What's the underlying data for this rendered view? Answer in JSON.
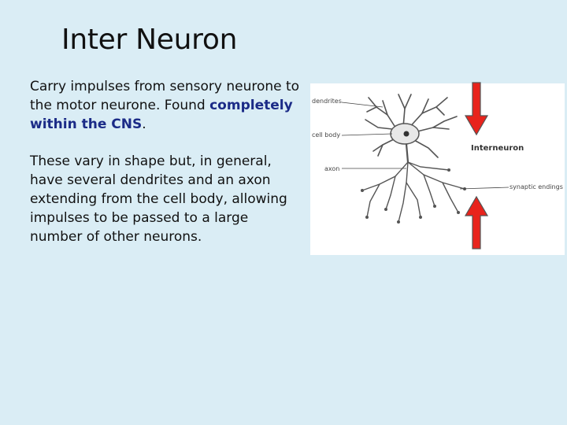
{
  "slide": {
    "title": "Inter Neuron",
    "paragraph1_before": "Carry impulses from sensory neurone to the motor neurone.  Found ",
    "paragraph1_emphasis": "completely within the CNS",
    "paragraph1_after": ".",
    "paragraph2": "These vary in shape but, in general, have several dendrites and an axon extending from the cell body, allowing impulses to be passed to a large number of other neurons."
  },
  "figure": {
    "labels": {
      "dendrites": "dendrites",
      "cell_body": "cell body",
      "axon": "axon",
      "synaptic_endings": "synaptic endings",
      "title": "Interneuron"
    }
  },
  "colors": {
    "background": "#daedf5",
    "emphasis": "#1b2b87",
    "arrow_fill": "#e8231c",
    "arrow_stroke": "#555555"
  },
  "icons": {
    "arrows": [
      "arrow-down-icon",
      "arrow-up-icon"
    ]
  }
}
